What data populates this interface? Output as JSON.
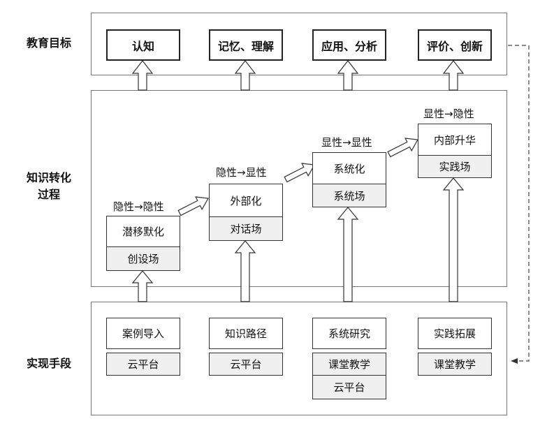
{
  "sections": {
    "goals": "教育目标",
    "process": [
      "知识转化",
      "过程"
    ],
    "means": "实现手段"
  },
  "goals": [
    "认知",
    "记忆、理解",
    "应用、分析",
    "评价、创新"
  ],
  "stages": [
    {
      "transition": "隐性→隐性",
      "process": "潜移默化",
      "field": "创设场"
    },
    {
      "transition": "隐性→显性",
      "process": "外部化",
      "field": "对话场"
    },
    {
      "transition": "显性→显性",
      "process": "系统化",
      "field": "系统场"
    },
    {
      "transition": "显性→隐性",
      "process": "内部升华",
      "field": "实践场"
    }
  ],
  "means": [
    {
      "title": "案例导入",
      "tools": [
        "云平台"
      ]
    },
    {
      "title": "知识路径",
      "tools": [
        "云平台"
      ]
    },
    {
      "title": "系统研究",
      "tools": [
        "课堂教学",
        "云平台"
      ]
    },
    {
      "title": "实践拓展",
      "tools": [
        "课堂教学"
      ]
    }
  ]
}
